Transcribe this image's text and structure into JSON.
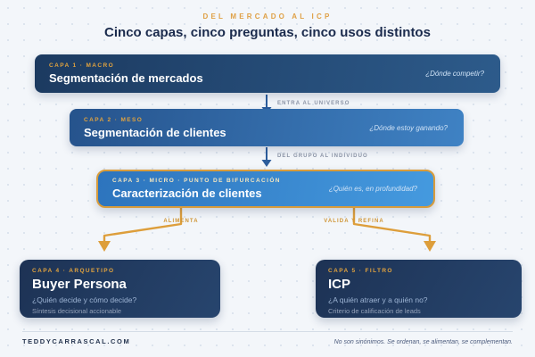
{
  "page": {
    "eyebrow": "DEL MERCADO AL ICP",
    "title": "Cinco capas, cinco preguntas, cinco usos distintos"
  },
  "layers": [
    {
      "tag": "CAPA 1 · MACRO",
      "title": "Segmentación de mercados",
      "question": "¿Dónde competir?"
    },
    {
      "tag": "CAPA 2 · MESO",
      "title": "Segmentación de clientes",
      "question": "¿Dónde estoy ganando?"
    },
    {
      "tag": "CAPA 3 · MICRO · PUNTO DE BIFURCACIÓN",
      "title": "Caracterización de clientes",
      "question": "¿Quién es, en profundidad?"
    }
  ],
  "connectors": [
    {
      "label": "ENTRA AL UNIVERSO"
    },
    {
      "label": "DEL GRUPO AL INDIVIDUO"
    }
  ],
  "branches": [
    {
      "label": "ALIMENTA"
    },
    {
      "label": "VALIDA Y REFINA"
    }
  ],
  "outputs": [
    {
      "tag": "CAPA 4 · ARQUETIPO",
      "title": "Buyer Persona",
      "question": "¿Quién decide y cómo decide?",
      "note": "Síntesis decisional accionable"
    },
    {
      "tag": "CAPA 5 · FILTRO",
      "title": "ICP",
      "question": "¿A quién atraer y a quién no?",
      "note": "Criterio de calificación de leads"
    }
  ],
  "footer": {
    "brand": "TEDDYCARRASCAL.COM",
    "tagline": "No son sinónimos. Se ordenan, se alimentan, se complementan."
  },
  "colors": {
    "accent_gold": "#dfa045",
    "navy_dark": "#1c3a60",
    "blue_mid": "#3f82c4",
    "blue_bright": "#459adf",
    "arrow_blue": "#2c5d9c",
    "arrow_gold": "#dd9e3b",
    "background": "#f3f6fa"
  }
}
